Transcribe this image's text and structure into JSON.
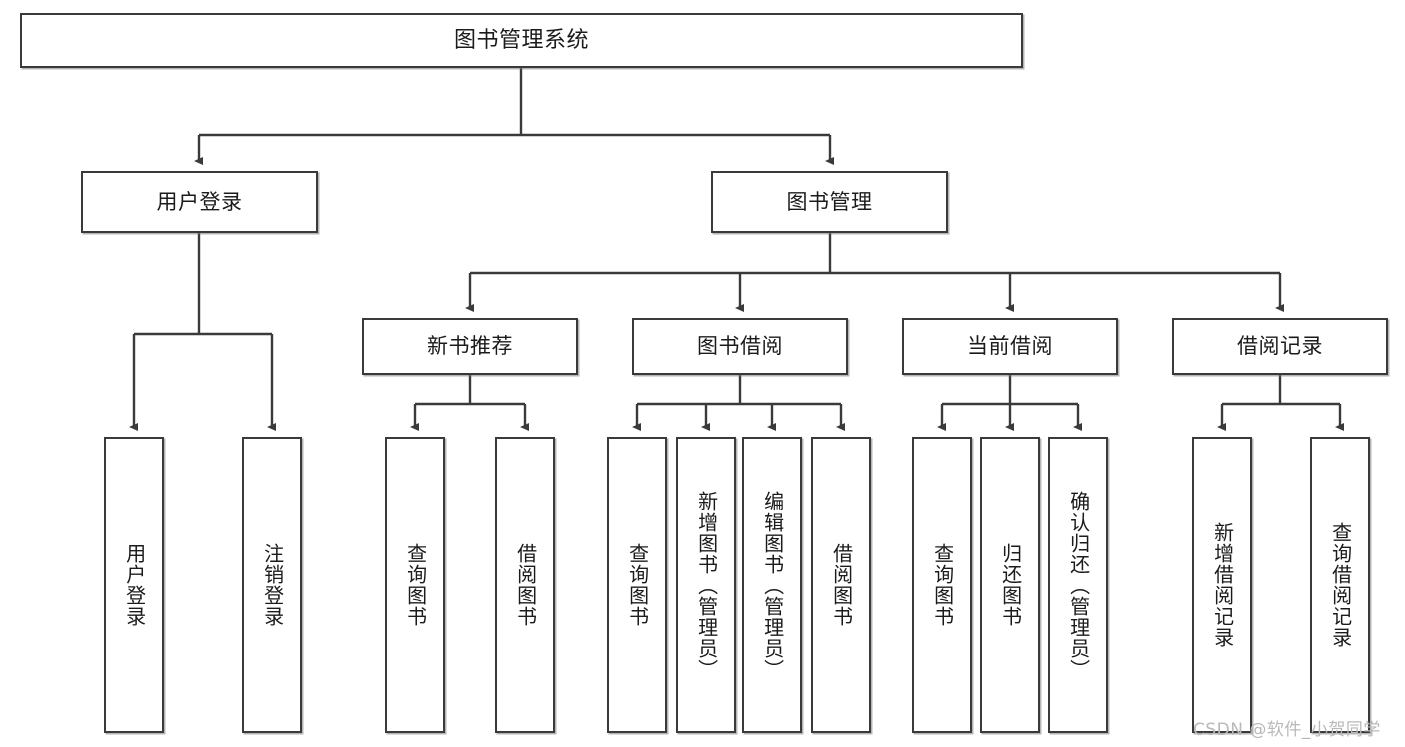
{
  "diagram": {
    "type": "hierarchy-tree",
    "root": {
      "id": "root",
      "label": "图书管理系统"
    },
    "level2": [
      {
        "id": "user-login",
        "label": "用户登录"
      },
      {
        "id": "book-manage",
        "label": "图书管理"
      }
    ],
    "level3": [
      {
        "id": "new-book-recommend",
        "label": "新书推荐",
        "parent": "book-manage"
      },
      {
        "id": "book-borrow",
        "label": "图书借阅",
        "parent": "book-manage"
      },
      {
        "id": "current-borrow",
        "label": "当前借阅",
        "parent": "book-manage"
      },
      {
        "id": "borrow-record",
        "label": "借阅记录",
        "parent": "book-manage"
      }
    ],
    "leaves": [
      {
        "id": "leaf-user-login",
        "label": "用户登录",
        "parent": "user-login"
      },
      {
        "id": "leaf-logout-login",
        "label": "注销登录",
        "parent": "user-login"
      },
      {
        "id": "leaf-query-book-1",
        "label": "查询图书",
        "parent": "new-book-recommend"
      },
      {
        "id": "leaf-borrow-book-1",
        "label": "借阅图书",
        "parent": "new-book-recommend"
      },
      {
        "id": "leaf-query-book-2",
        "label": "查询图书",
        "parent": "book-borrow"
      },
      {
        "id": "leaf-add-book",
        "label": "新增图书（管理员）",
        "parent": "book-borrow"
      },
      {
        "id": "leaf-edit-book",
        "label": "编辑图书（管理员）",
        "parent": "book-borrow"
      },
      {
        "id": "leaf-borrow-book-2",
        "label": "借阅图书",
        "parent": "book-borrow"
      },
      {
        "id": "leaf-query-book-3",
        "label": "查询图书",
        "parent": "current-borrow"
      },
      {
        "id": "leaf-return-book",
        "label": "归还图书",
        "parent": "current-borrow"
      },
      {
        "id": "leaf-confirm-return",
        "label": "确认归还（管理员）",
        "parent": "current-borrow"
      },
      {
        "id": "leaf-add-record",
        "label": "新增借阅记录",
        "parent": "borrow-record"
      },
      {
        "id": "leaf-query-record",
        "label": "查询借阅记录",
        "parent": "borrow-record"
      }
    ],
    "watermark": "CSDN @软件_小贺同学",
    "colors": {
      "border": "#3a3a3a",
      "background": "#ffffff",
      "text": "#1b1b1b",
      "connector": "#3a3a3a",
      "watermark": "#b9b9b9"
    }
  }
}
